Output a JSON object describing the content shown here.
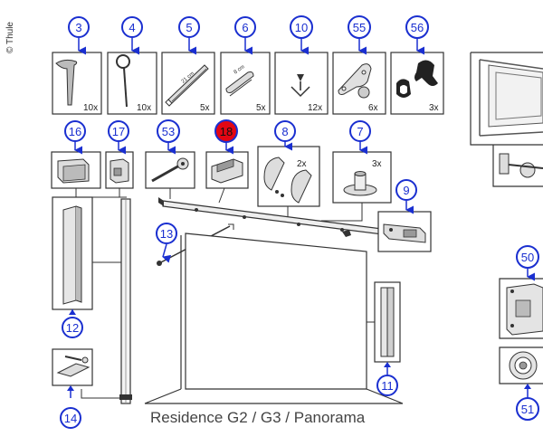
{
  "copyright": "© Thule",
  "caption": "Residence G2 / G3 / Panorama",
  "colors": {
    "callout": "#1a2fd0",
    "highlight": "#e30613",
    "line": "#222222",
    "box": "#333333"
  },
  "parts": [
    {
      "id": "p3",
      "number": "3",
      "qty": "10x",
      "icon": "tent-peg-icon"
    },
    {
      "id": "p4",
      "number": "4",
      "qty": "10x",
      "icon": "ring-peg-icon"
    },
    {
      "id": "p5",
      "number": "5",
      "qty": "5x",
      "icon": "strap-icon",
      "label": "21 cm"
    },
    {
      "id": "p6",
      "number": "6",
      "qty": "5x",
      "icon": "strap-icon",
      "label": "8 cm"
    },
    {
      "id": "p10",
      "number": "10",
      "qty": "12x",
      "icon": "screw-icon"
    },
    {
      "id": "p55",
      "number": "55",
      "qty": "6x",
      "icon": "hook-bracket-icon"
    },
    {
      "id": "p56",
      "number": "56",
      "qty": "3x",
      "icon": "clip-icon"
    },
    {
      "id": "p16",
      "number": "16",
      "qty": "",
      "icon": "end-cap-icon"
    },
    {
      "id": "p17",
      "number": "17",
      "qty": "",
      "icon": "bracket-icon"
    },
    {
      "id": "p53",
      "number": "53",
      "qty": "",
      "icon": "crank-bolt-icon"
    },
    {
      "id": "p18",
      "number": "18",
      "qty": "",
      "icon": "end-cap-icon",
      "highlighted": true
    },
    {
      "id": "p8",
      "number": "8",
      "qty": "2x",
      "icon": "cover-cap-icon"
    },
    {
      "id": "p7",
      "number": "7",
      "qty": "3x",
      "icon": "holder-icon"
    },
    {
      "id": "p9",
      "number": "9",
      "icon": "motor-housing-icon"
    },
    {
      "id": "p13",
      "number": "13",
      "icon": "rafter-arm-icon"
    },
    {
      "id": "p12",
      "number": "12",
      "icon": "side-panel-icon"
    },
    {
      "id": "p14",
      "number": "14",
      "icon": "foot-plate-icon"
    },
    {
      "id": "p11",
      "number": "11",
      "icon": "leg-profile-icon"
    },
    {
      "id": "p50",
      "number": "50",
      "icon": "wall-bracket-icon"
    },
    {
      "id": "p51",
      "number": "51",
      "icon": "round-cap-icon"
    }
  ]
}
